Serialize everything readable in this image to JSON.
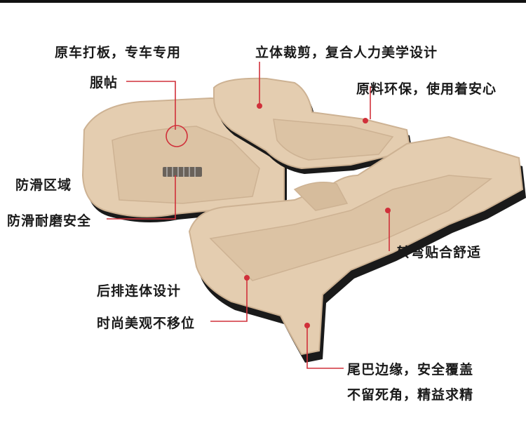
{
  "colors": {
    "mat": "#e4cdb0",
    "mat_shadow": "#cdb293",
    "mat_edge": "#1a1a1a",
    "leader": "#d0303a",
    "text": "#1a1a1a"
  },
  "callouts": {
    "custom_fit": "原车打板，专车专用",
    "snug_fit": "服帖",
    "three_d_cut": "立体裁剪，复合人力美学设计",
    "eco_material": "原料环保，使用着安心",
    "anti_slip_zone": "防滑区域",
    "anti_slip_wear": "防滑耐磨安全",
    "curve_fit": "转弯贴合舒适",
    "rear_one_piece": "后排连体设计",
    "stylish_no_shift": "时尚美观不移位",
    "tail_edge": "尾巴边缘，安全覆盖",
    "no_dead_corner": "不留死角，精益求精"
  },
  "icons": {
    "marker": "red-dot-marker",
    "circle": "red-circle-highlight",
    "heel_pad": "heel-pad-grid"
  }
}
